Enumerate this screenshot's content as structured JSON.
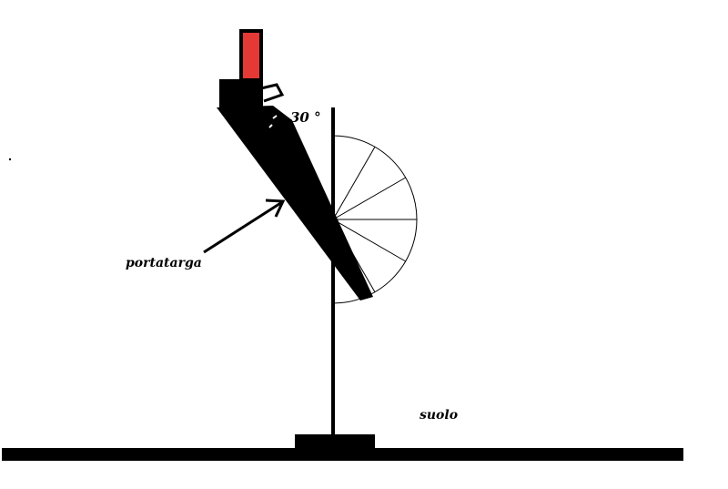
{
  "labels": {
    "angle": "30 °",
    "part": "portatarga",
    "ground": "suolo"
  },
  "protractor": {
    "divisions": 6,
    "sweep_degrees": 180
  },
  "colors": {
    "ink": "#000000",
    "background": "#ffffff",
    "light": "#e53935"
  }
}
